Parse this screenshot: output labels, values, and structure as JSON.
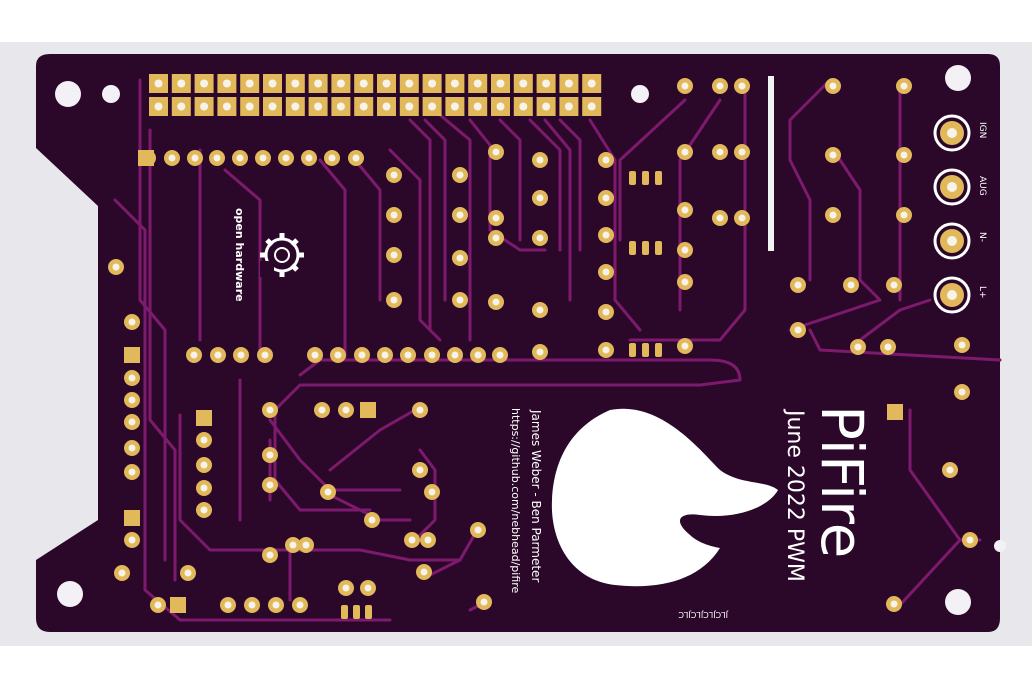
{
  "board": {
    "title": "PiFire",
    "subtitle": "June 2022 PWM",
    "authors": "James Weber - Ben Parmeter",
    "url": "https://github.com/nebhead/pifire",
    "logo_text": "open hardware",
    "order_code": "JLCJLCJLCJLC",
    "terminals": [
      "IGN",
      "AUG",
      "N-",
      "L+"
    ]
  },
  "colors": {
    "background": "#e8e8ec",
    "board": "#2b0829",
    "trace": "#7e1a6d",
    "pad": "#e1b85a",
    "pad_hole": "#f7f3ea",
    "silk": "#ffffff"
  }
}
